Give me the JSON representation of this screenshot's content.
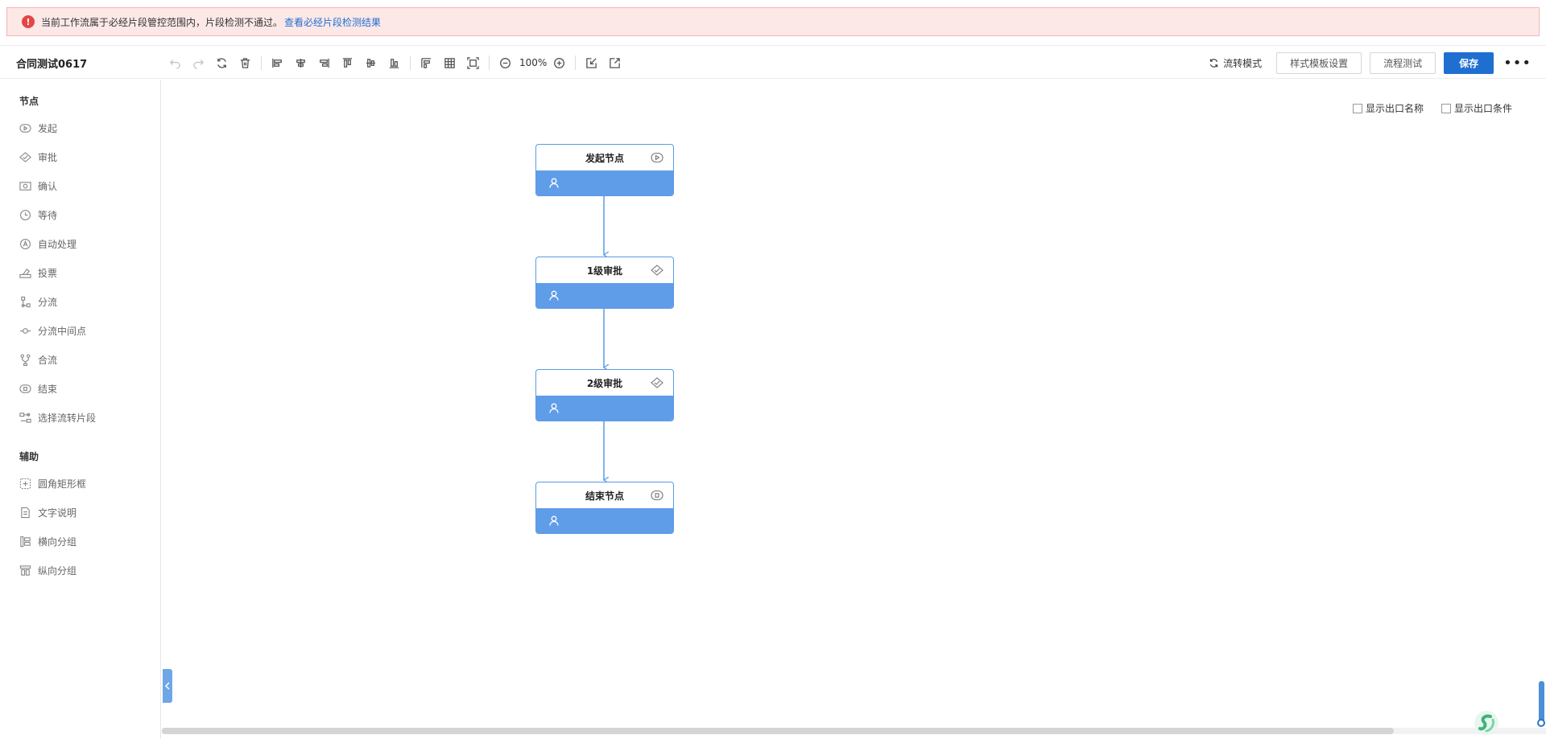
{
  "alert": {
    "text": "当前工作流属于必经片段管控范围内，片段检测不通过。",
    "link": "查看必经片段检测结果"
  },
  "header": {
    "title": "合同测试0617",
    "zoom": "100%",
    "mode_label": "流转模式",
    "template_button": "样式模板设置",
    "test_button": "流程测试",
    "save_button": "保存"
  },
  "sidebar": {
    "nodes_title": "节点",
    "nodes": [
      {
        "label": "发起",
        "icon": "start-icon"
      },
      {
        "label": "审批",
        "icon": "approve-icon"
      },
      {
        "label": "确认",
        "icon": "confirm-icon"
      },
      {
        "label": "等待",
        "icon": "clock-icon"
      },
      {
        "label": "自动处理",
        "icon": "auto-process-icon"
      },
      {
        "label": "投票",
        "icon": "vote-icon"
      },
      {
        "label": "分流",
        "icon": "branch-icon"
      },
      {
        "label": "分流中间点",
        "icon": "branch-midpoint-icon"
      },
      {
        "label": "合流",
        "icon": "merge-icon"
      },
      {
        "label": "结束",
        "icon": "end-icon"
      },
      {
        "label": "选择流转片段",
        "icon": "segment-icon"
      }
    ],
    "assist_title": "辅助",
    "assist": [
      {
        "label": "圆角矩形框",
        "icon": "rounded-rect-icon"
      },
      {
        "label": "文字说明",
        "icon": "text-note-icon"
      },
      {
        "label": "横向分组",
        "icon": "horizontal-group-icon"
      },
      {
        "label": "纵向分组",
        "icon": "vertical-group-icon"
      }
    ]
  },
  "canvas": {
    "show_exit_name": "显示出口名称",
    "show_exit_condition": "显示出口条件",
    "nodes": [
      {
        "title": "发起节点",
        "icon": "start-icon"
      },
      {
        "title": "1级审批",
        "icon": "approve-icon"
      },
      {
        "title": "2级审批",
        "icon": "approve-icon"
      },
      {
        "title": "结束节点",
        "icon": "end-icon"
      }
    ]
  }
}
